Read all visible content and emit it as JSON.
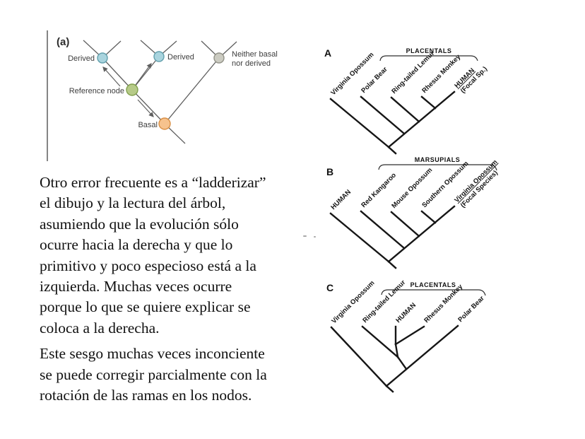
{
  "concept_diagram": {
    "panel_label": "(a)",
    "labels": {
      "derived_left": "Derived",
      "derived_right": "Derived",
      "neither_line1": "Neither basal",
      "neither_line2": "nor derived",
      "reference": "Reference node",
      "basal": "Basal"
    },
    "colors": {
      "derived_fill": "#a9d4de",
      "derived_stroke": "#63a0ad",
      "reference_fill": "#b6ca88",
      "reference_stroke": "#81a04e",
      "basal_fill": "#f6c28d",
      "basal_stroke": "#d99046",
      "neither_fill": "#cbcbc1",
      "neither_stroke": "#929288"
    }
  },
  "text_block": {
    "paragraph1_lines": [
      "Otro error frecuente es a “ladderizar”",
      "el dibujo y la lectura del árbol,",
      "asumiendo que la evolución sólo",
      "ocurre hacia la derecha y que lo",
      "primitivo y poco especioso está a la",
      "izquierda. Muchas veces ocurre",
      "porque lo que se quiere explicar se",
      "coloca a la derecha."
    ],
    "paragraph2_lines": [
      "Este sesgo muchas veces inconciente",
      "se puede corregir parcialmente con la",
      "rotación de las ramas en los nodos."
    ]
  },
  "trees": {
    "a": {
      "label": "A",
      "group_label": "PLACENTALS",
      "taxa": [
        "Virginia Opossum",
        "Polar Bear",
        "Ring-tailed Lemur",
        "Rhesus Monkey",
        "HUMAN"
      ],
      "focal_note": "(Focal Sp.)"
    },
    "b": {
      "label": "B",
      "group_label": "MARSUPIALS",
      "taxa": [
        "HUMAN",
        "Red Kangaroo",
        "Mouse Opossum",
        "Southern Opossum",
        "Virginia Opossum"
      ],
      "focal_note": "(Focal Species)"
    },
    "c": {
      "label": "C",
      "group_label": "PLACENTALS",
      "taxa": [
        "Virginia Opossum",
        "Ring-tailed Lemur",
        "HUMAN",
        "Rhesus Monkey",
        "Polar Bear"
      ]
    }
  }
}
